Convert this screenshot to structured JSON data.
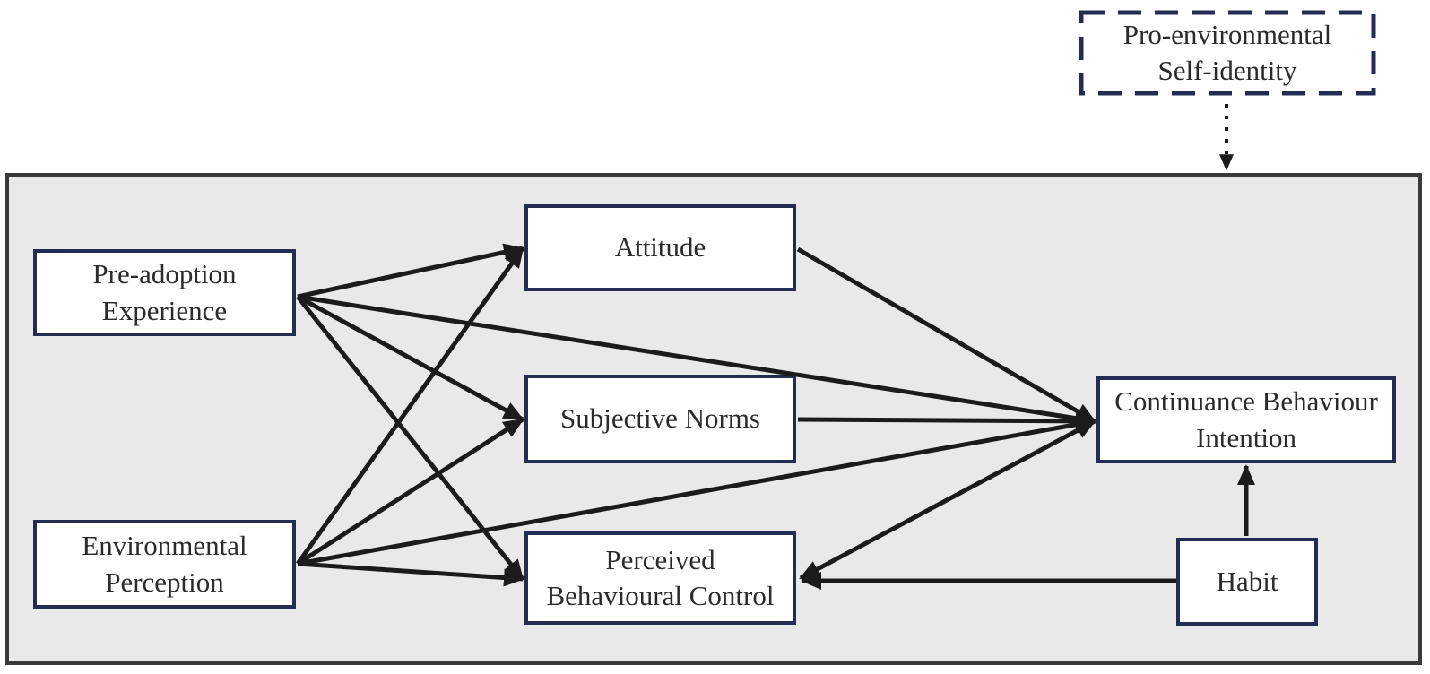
{
  "diagram_type": "conceptual-model",
  "colors": {
    "panel_bg": "#e9e9e9",
    "panel_border": "#3a3a3a",
    "node_border": "#252c54",
    "node_bg": "#fffffe",
    "arrow": "#1b1b1b",
    "text": "#2b2b2b"
  },
  "nodes": {
    "pro_environmental_self_identity": {
      "lines": [
        "Pro-environmental",
        "Self-identity"
      ],
      "style": "dashed"
    },
    "pre_adoption_experience": {
      "lines": [
        "Pre-adoption",
        "Experience"
      ],
      "style": "solid"
    },
    "environmental_perception": {
      "lines": [
        "Environmental",
        "Perception"
      ],
      "style": "solid"
    },
    "attitude": {
      "lines": [
        "Attitude"
      ],
      "style": "solid"
    },
    "subjective_norms": {
      "lines": [
        "Subjective Norms"
      ],
      "style": "solid"
    },
    "perceived_behavioural_control": {
      "lines": [
        "Perceived",
        "Behavioural Control"
      ],
      "style": "solid"
    },
    "continuance_behaviour_intention": {
      "lines": [
        "Continuance Behaviour",
        "Intention"
      ],
      "style": "solid"
    },
    "habit": {
      "lines": [
        "Habit"
      ],
      "style": "solid"
    }
  },
  "edges": [
    {
      "from": "pre_adoption_experience",
      "to": "attitude",
      "style": "solid",
      "heads": "end"
    },
    {
      "from": "pre_adoption_experience",
      "to": "subjective_norms",
      "style": "solid",
      "heads": "end"
    },
    {
      "from": "pre_adoption_experience",
      "to": "perceived_behavioural_control",
      "style": "solid",
      "heads": "end"
    },
    {
      "from": "pre_adoption_experience",
      "to": "continuance_behaviour_intention",
      "style": "solid",
      "heads": "end"
    },
    {
      "from": "environmental_perception",
      "to": "attitude",
      "style": "solid",
      "heads": "end"
    },
    {
      "from": "environmental_perception",
      "to": "subjective_norms",
      "style": "solid",
      "heads": "end"
    },
    {
      "from": "environmental_perception",
      "to": "perceived_behavioural_control",
      "style": "solid",
      "heads": "end"
    },
    {
      "from": "environmental_perception",
      "to": "continuance_behaviour_intention",
      "style": "solid",
      "heads": "end"
    },
    {
      "from": "attitude",
      "to": "continuance_behaviour_intention",
      "style": "solid",
      "heads": "end"
    },
    {
      "from": "subjective_norms",
      "to": "continuance_behaviour_intention",
      "style": "solid",
      "heads": "end"
    },
    {
      "from": "perceived_behavioural_control",
      "to": "continuance_behaviour_intention",
      "style": "solid",
      "heads": "both"
    },
    {
      "from": "habit",
      "to": "continuance_behaviour_intention",
      "style": "solid",
      "heads": "end"
    },
    {
      "from": "habit",
      "to": "perceived_behavioural_control",
      "style": "solid",
      "heads": "end"
    },
    {
      "from": "pro_environmental_self_identity",
      "to": "model_frame",
      "style": "dotted",
      "heads": "end"
    }
  ]
}
